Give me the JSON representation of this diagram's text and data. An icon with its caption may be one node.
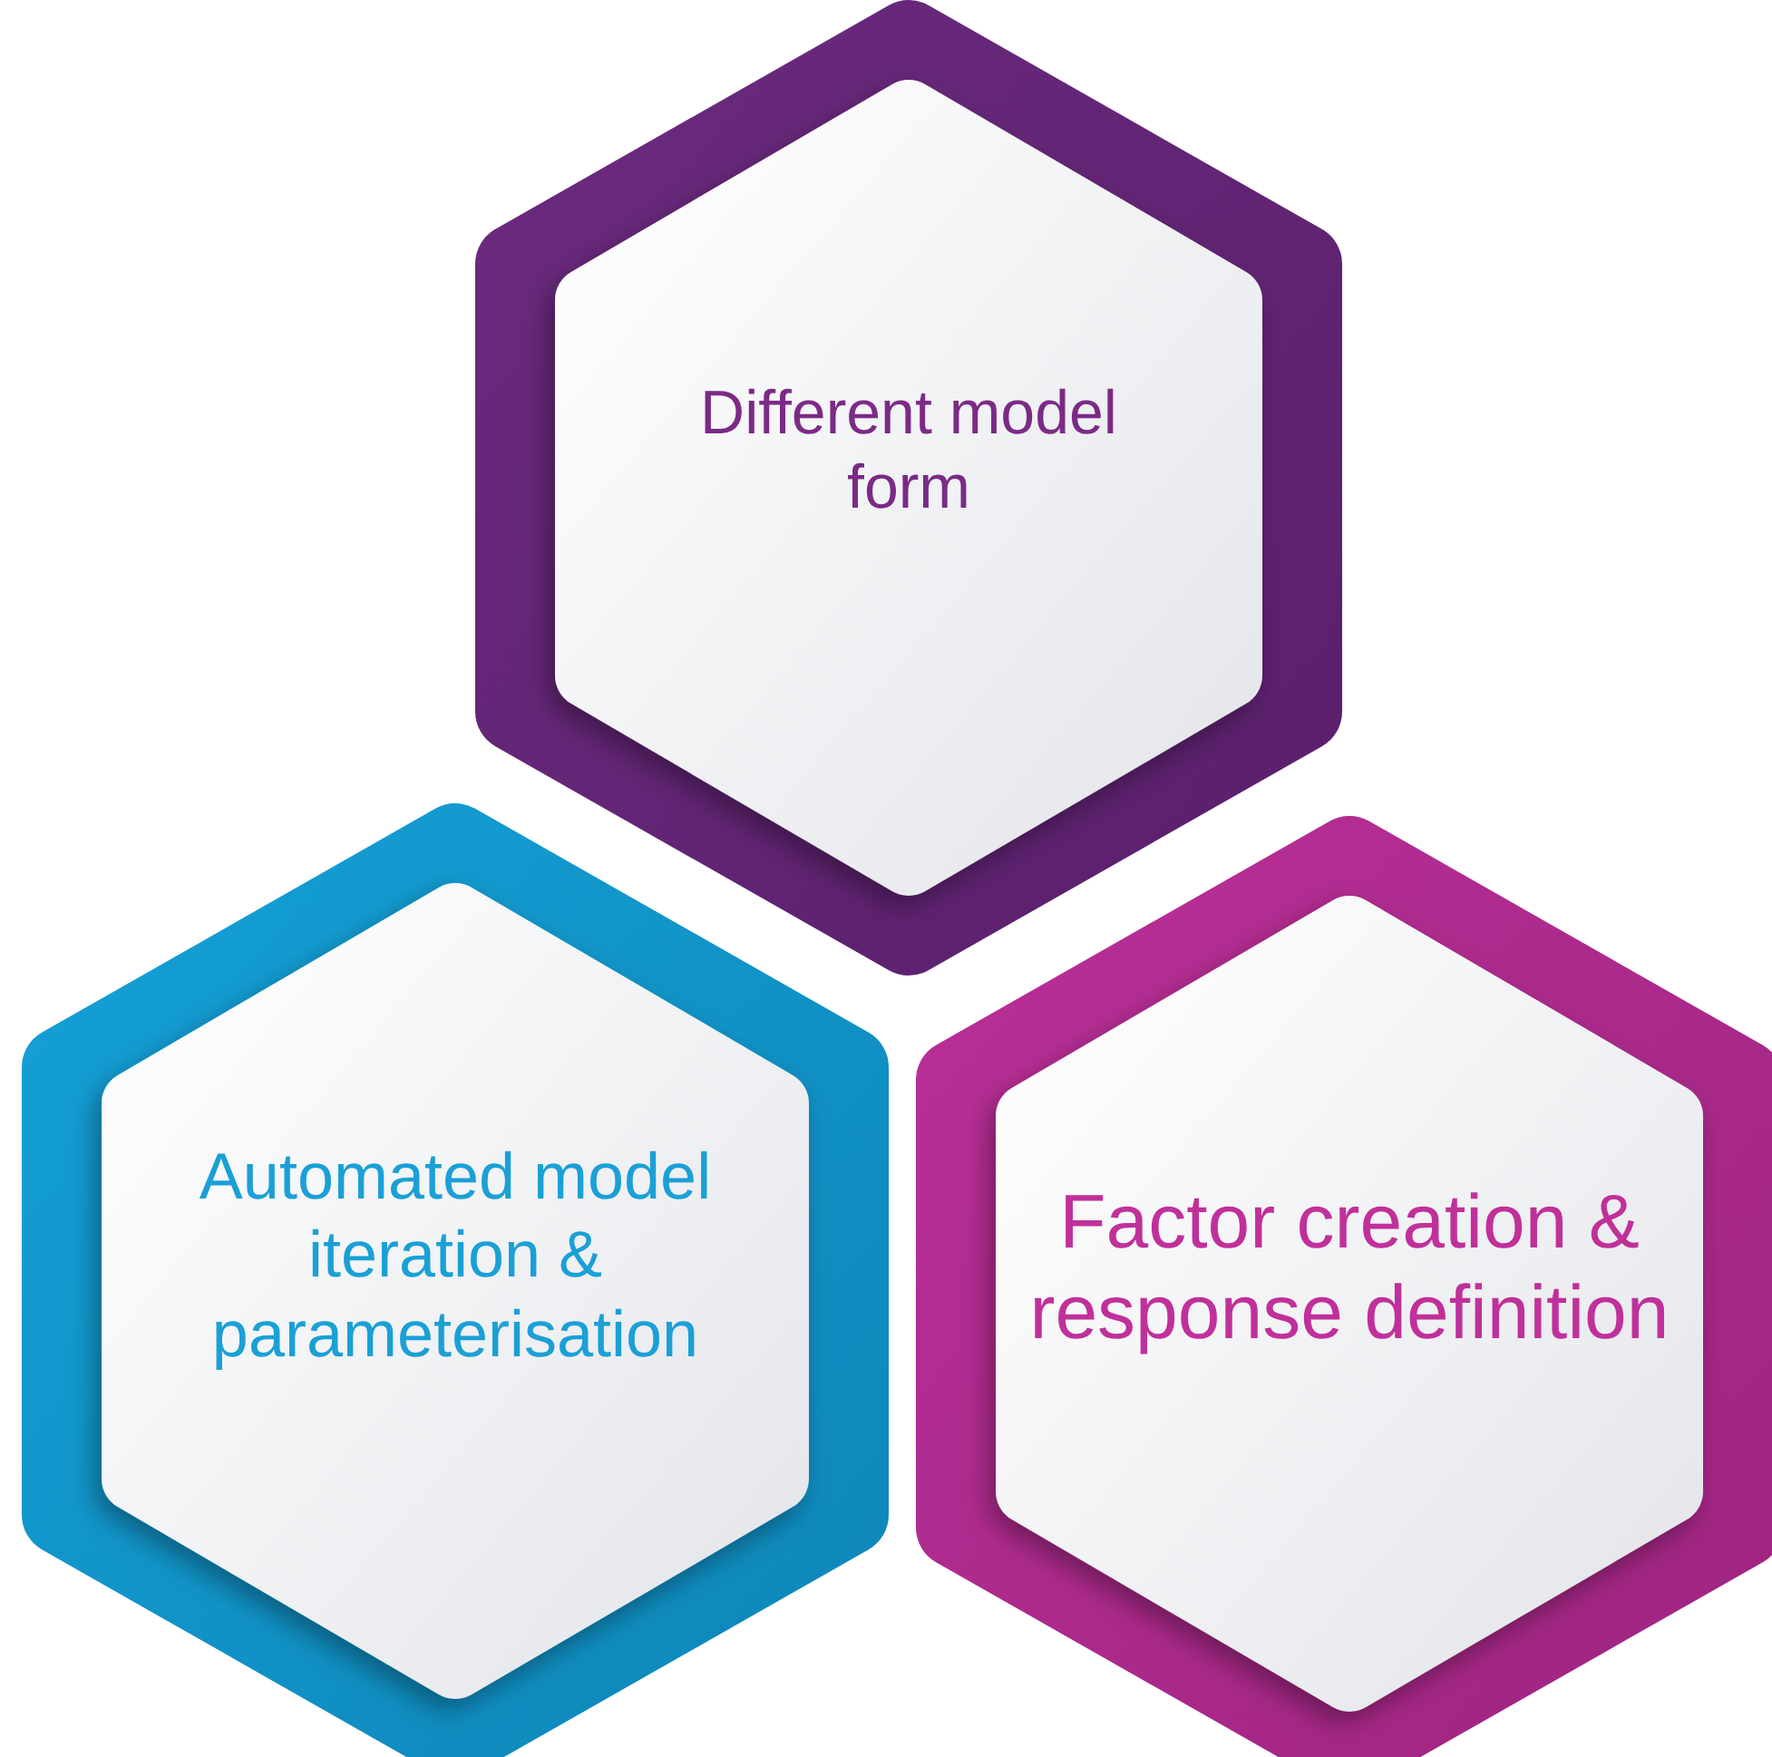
{
  "diagram": {
    "nodes": [
      {
        "text": [
          "Different model form"
        ]
      },
      {
        "text": [
          "Automated model iteration & parameterisation"
        ]
      },
      {
        "text": [
          "Factor creation & response definition"
        ]
      }
    ]
  }
}
